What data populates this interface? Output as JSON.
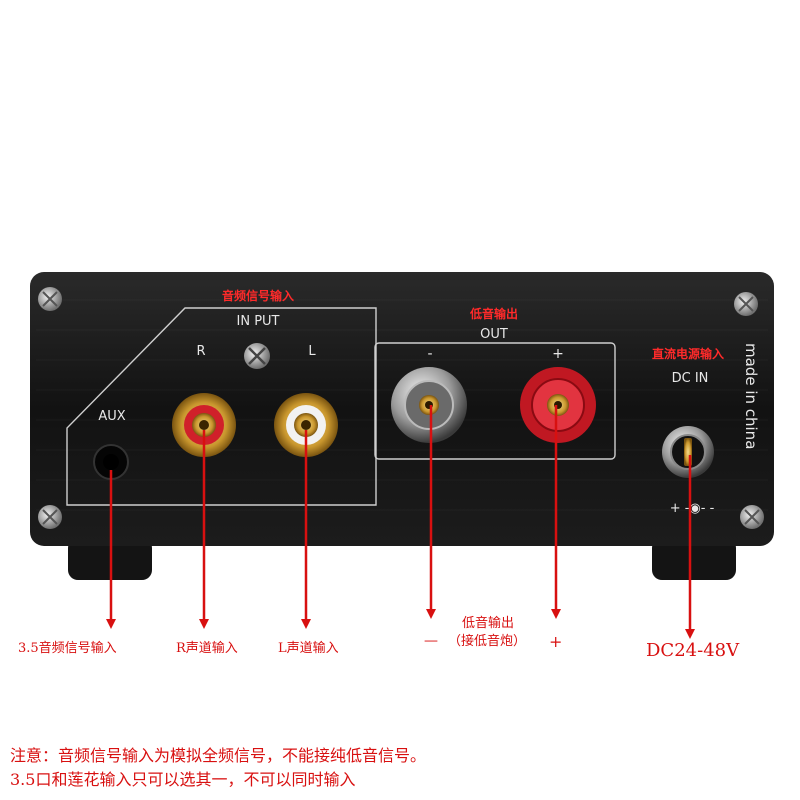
{
  "panel": {
    "input_cn": "音频信号输入",
    "input_en": "IN PUT",
    "input_r": "R",
    "input_l": "L",
    "aux": "AUX",
    "out_cn": "低音输出",
    "out_en": "OUT",
    "out_minus": "-",
    "out_plus": "+",
    "dc_cn": "直流电源输入",
    "dc_en": "DC IN",
    "made_in": "made in china",
    "polarity": "+ -◉- -"
  },
  "callouts": {
    "aux": "3.5音频信号输入",
    "r": "R声道输入",
    "l": "L声道输入",
    "sub_line1": "低音输出",
    "sub_line2": "（接低音炮）",
    "minus": "—",
    "plus": "+",
    "dc": "DC24-48V"
  },
  "notes": {
    "line1": "注意：音频信号输入为模拟全频信号，不能接纯低音信号。",
    "line2": "3.5口和莲花输入只可以选其一，不可以同时输入"
  },
  "colors": {
    "panel": "#151515",
    "annotation_red": "#d81010",
    "rca_red": "#d0202a",
    "gold": "#d9b24a"
  }
}
